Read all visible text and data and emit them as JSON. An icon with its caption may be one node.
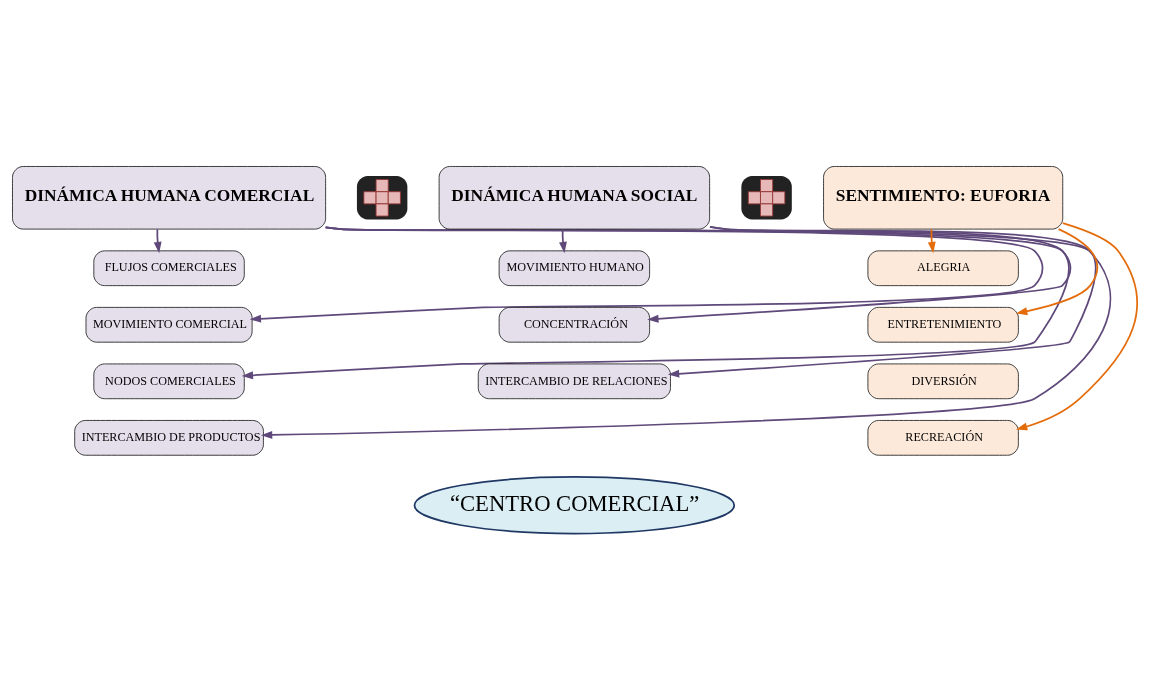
{
  "diagram": {
    "nodes": [
      {
        "text": [
          "DINÁMICA HUMANA COMERCIAL"
        ]
      },
      {
        "text": [],
        "shape": "cross"
      },
      {
        "text": [
          "DINÁMICA HUMANA SOCIAL"
        ]
      },
      {
        "text": [],
        "shape": "cross"
      },
      {
        "text": [
          "SENTIMIENTO: EUFORIA"
        ]
      },
      {
        "text": [
          "FLUJOS COMERCIALES"
        ]
      },
      {
        "text": [
          "MOVIMIENTO COMERCIAL"
        ]
      },
      {
        "text": [
          "NODOS COMERCIALES"
        ]
      },
      {
        "text": [
          "INTERCAMBIO DE PRODUCTOS"
        ]
      },
      {
        "text": [
          "MOVIMIENTO HUMANO"
        ]
      },
      {
        "text": [
          "CONCENTRACIÓN"
        ]
      },
      {
        "text": [
          "INTERCAMBIO DE RELACIONES"
        ]
      },
      {
        "text": [
          "ALEGRIA"
        ]
      },
      {
        "text": [
          "ENTRETENIMIENTO"
        ]
      },
      {
        "text": [
          "DIVERSIÓN"
        ]
      },
      {
        "text": [
          "RECREACIÓN"
        ]
      },
      {
        "text": [
          "“CENTRO COMERCIAL”"
        ]
      }
    ],
    "edges": [
      {
        "from": 0,
        "to": 5,
        "arrow": "to"
      },
      {
        "from": 0,
        "to": 6,
        "arrow": "to"
      },
      {
        "from": 0,
        "to": 7,
        "arrow": "to"
      },
      {
        "from": 0,
        "to": 8,
        "arrow": "to"
      },
      {
        "from": 2,
        "to": 9,
        "arrow": "to"
      },
      {
        "from": 2,
        "to": 10,
        "arrow": "to"
      },
      {
        "from": 2,
        "to": 11,
        "arrow": "to"
      },
      {
        "from": 4,
        "to": 12,
        "arrow": "to",
        "color": "#e46c0a"
      },
      {
        "from": 4,
        "to": 13,
        "arrow": "to",
        "color": "#e46c0a"
      },
      {
        "from": 4,
        "to": 15,
        "arrow": "to",
        "color": "#e46c0a"
      }
    ]
  }
}
